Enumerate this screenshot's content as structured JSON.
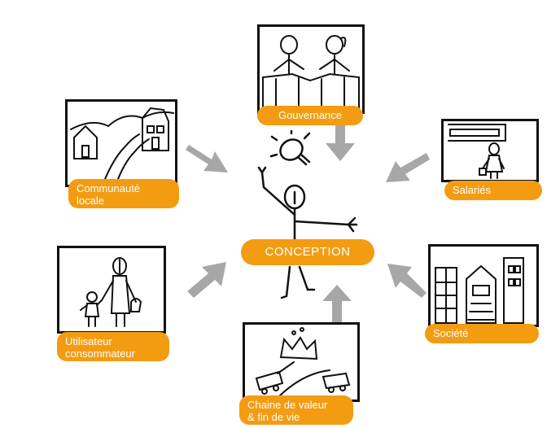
{
  "colors": {
    "accent_orange": "#f39c12",
    "arrow_gray": "#a7a7a7",
    "ink": "#111111"
  },
  "header_clip": "proj                              ",
  "center": {
    "label": "CONCEPTION"
  },
  "stakeholders": [
    {
      "id": "gouvernance",
      "label": "Gouvernance"
    },
    {
      "id": "communaute",
      "label": "Communauté\nlocale"
    },
    {
      "id": "salaries",
      "label": "Salariés"
    },
    {
      "id": "utilisateur",
      "label": "Utilisateur\nconsommateur"
    },
    {
      "id": "societe",
      "label": "Société"
    },
    {
      "id": "chaine",
      "label": "Chaine de valeur\n& fin de vie"
    }
  ]
}
